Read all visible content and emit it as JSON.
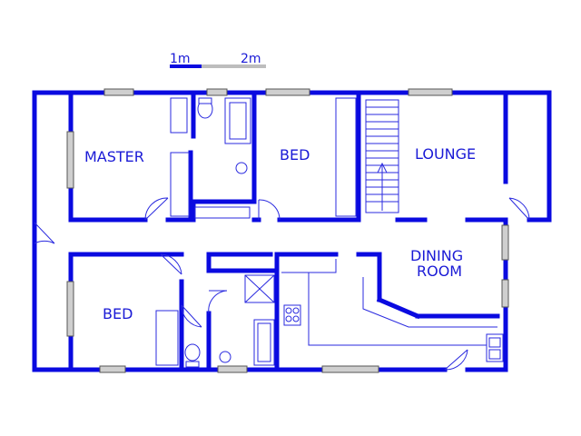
{
  "plan": {
    "rooms": {
      "master": "MASTER",
      "bed_top": "BED",
      "lounge": "LOUNGE",
      "dining_line1": "DINING",
      "dining_line2": "ROOM",
      "bed_bottom": "BED"
    },
    "scale": {
      "label_1": "1m",
      "label_2": "2m"
    },
    "colors": {
      "wall": "#0a0ae0",
      "fixture": "#2a2adf",
      "window": "#cfcfcf"
    }
  }
}
